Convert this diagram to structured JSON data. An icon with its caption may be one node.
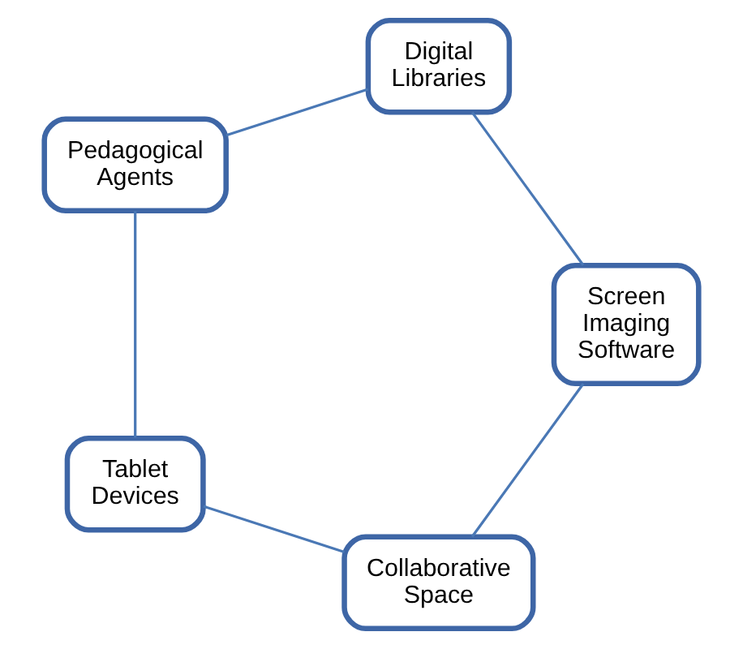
{
  "diagram": {
    "nodes": [
      {
        "text": [
          "Collaborative Space"
        ]
      },
      {
        "text": [
          "Tablet Devices"
        ]
      },
      {
        "text": [
          "Pedagogical Agents"
        ]
      },
      {
        "text": [
          "Digital Libraries"
        ]
      },
      {
        "text": [
          "Screen Imaging Software"
        ]
      }
    ],
    "edges": [
      {
        "from": 0,
        "to": 1,
        "arrow": "none"
      },
      {
        "from": 1,
        "to": 2,
        "arrow": "none"
      },
      {
        "from": 2,
        "to": 3,
        "arrow": "none"
      },
      {
        "from": 3,
        "to": 4,
        "arrow": "none"
      },
      {
        "from": 4,
        "to": 0,
        "arrow": "none"
      }
    ]
  }
}
